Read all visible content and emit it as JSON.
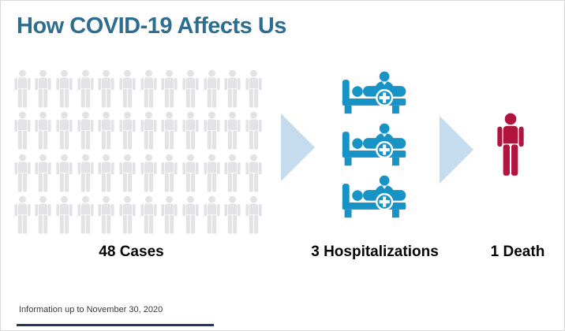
{
  "title": "How COVID-19 Affects Us",
  "sections": {
    "cases": {
      "count": 48,
      "label": "48 Cases"
    },
    "hospitalizations": {
      "count": 3,
      "label": "3 Hospitalizations"
    },
    "deaths": {
      "count": 1,
      "label": "1 Death"
    }
  },
  "icons": {
    "case_icon": "person-icon",
    "hospitalization_icon": "hospital-bed-icon",
    "death_icon": "person-icon",
    "flow_icon": "arrow-right-icon"
  },
  "colors": {
    "title": "#2d6d90",
    "case_icon": "#e2e2e7",
    "hospital_icon": "#1793c5",
    "death_icon": "#b0143f",
    "arrow": "#c5dcef",
    "footer_line": "#1f3864"
  },
  "footer": {
    "note": "Information up to November 30, 2020"
  },
  "chart_data": {
    "type": "pictogram",
    "title": "How COVID-19 Affects Us",
    "categories": [
      "Cases",
      "Hospitalizations",
      "Deaths"
    ],
    "values": [
      48,
      3,
      1
    ],
    "unit": "1 icon = 1 person",
    "flow": "Cases -> Hospitalizations -> Deaths",
    "annotations": [
      "Information up to November 30, 2020"
    ],
    "legend_position": "none",
    "grid": false
  }
}
